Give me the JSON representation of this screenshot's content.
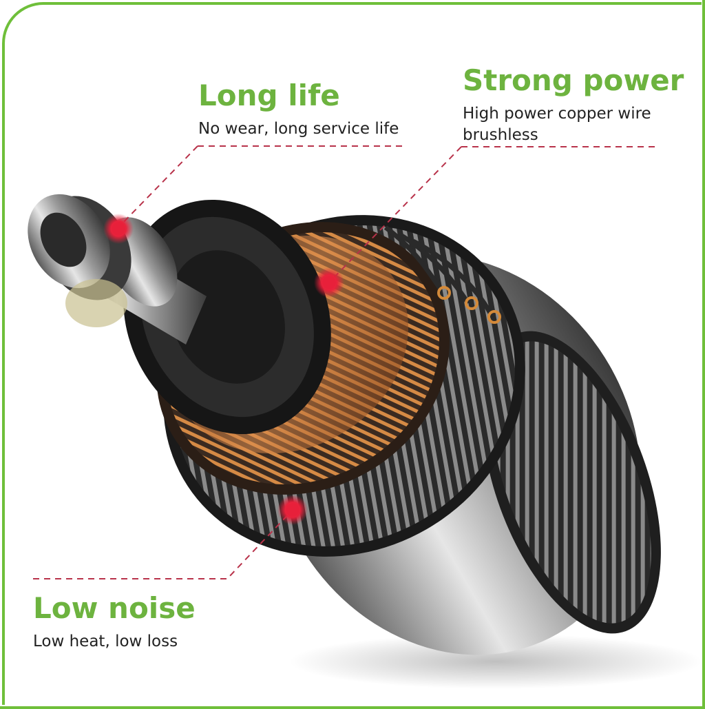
{
  "callouts": {
    "long_life": {
      "title": "Long life",
      "text": "No wear, long service life"
    },
    "strong_power": {
      "title": "Strong power",
      "text_line1": "High power copper wire",
      "text_line2": "brushless"
    },
    "low_noise": {
      "title": "Low noise",
      "text": "Low heat, low loss"
    }
  },
  "colors": {
    "accent_green": "#6db33f",
    "frame_green": "#6fbf3a",
    "dash_red": "#b8324a",
    "marker_red": "#e8203a",
    "copper": "#c87533"
  }
}
